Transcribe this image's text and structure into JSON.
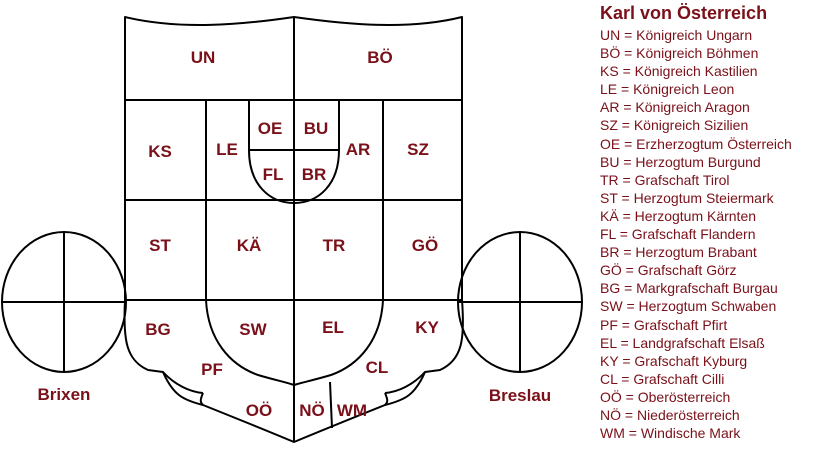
{
  "legend": {
    "title": "Karl von Österreich",
    "entries": [
      "UN = Königreich Ungarn",
      "BÖ = Königreich Böhmen",
      "KS = Königreich Kastilien",
      "LE = Königreich Leon",
      "AR = Königreich Aragon",
      "SZ = Königreich Sizilien",
      "OE = Erzherzogtum Österreich",
      "BU = Herzogtum Burgund",
      "TR = Grafschaft Tirol",
      "ST = Herzogtum Steiermark",
      "KÄ = Herzogtum Kärnten",
      "FL = Grafschaft Flandern",
      "BR = Herzogtum Brabant",
      "GÖ = Grafschaft Görz",
      "BG = Markgrafschaft Burgau",
      "SW = Herzogtum Schwaben",
      "PF = Grafschaft Pfirt",
      "EL = Landgrafschaft Elsaß",
      "KY = Grafschaft Kyburg",
      "CL = Grafschaft Cilli",
      "OÖ = Oberösterreich",
      "NÖ = Niederösterreich",
      "WM = Windische Mark"
    ]
  },
  "fields": {
    "un": "UN",
    "bo": "BÖ",
    "ks": "KS",
    "le": "LE",
    "oe": "OE",
    "bu": "BU",
    "fl": "FL",
    "br": "BR",
    "ar": "AR",
    "sz": "SZ",
    "st": "ST",
    "ka": "KÄ",
    "tr": "TR",
    "go": "GÖ",
    "bg": "BG",
    "sw": "SW",
    "el": "EL",
    "ky": "KY",
    "pf": "PF",
    "cl": "CL",
    "oo": "OÖ",
    "no": "NÖ",
    "wm": "WM"
  },
  "supporters": {
    "left": "Brixen",
    "right": "Breslau"
  },
  "colors": {
    "text": "#7a1019",
    "outline": "#000000",
    "background": "#ffffff"
  }
}
